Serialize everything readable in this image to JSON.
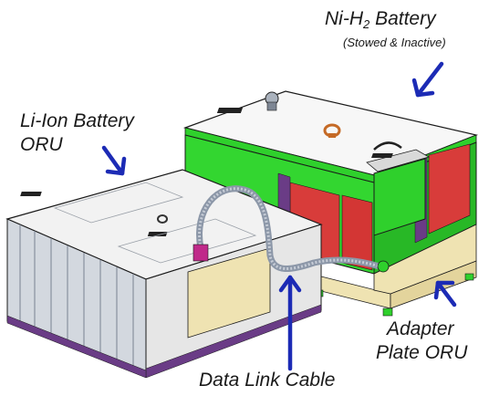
{
  "labels": {
    "ni_h2": {
      "prefix": "Ni-H",
      "subscript": "2",
      "suffix": " Battery",
      "note": "(Stowed & Inactive)"
    },
    "li_ion": {
      "line1": "Li-Ion Battery",
      "line2": "ORU"
    },
    "adapter": {
      "line1": "Adapter",
      "line2": "Plate ORU"
    },
    "cable": {
      "text": "Data Link Cable"
    }
  },
  "colors": {
    "arrow": "#1c2bb5",
    "green": "#2fd02c",
    "green_dark": "#1f8f1d",
    "red": "#d83c3a",
    "cream": "#efe3b2",
    "white_panel": "#f4f4f4",
    "steel": "#9aa4b3",
    "purple": "#6a3c86"
  },
  "icons": [
    "lifting-eye-icon",
    "handle-icon"
  ]
}
